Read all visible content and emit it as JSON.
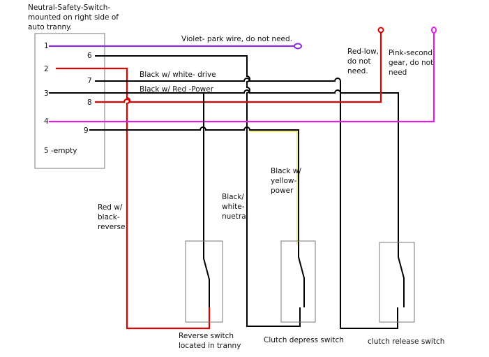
{
  "header": {
    "title": "Neutral-Safety-Switch-mounted on right side of auto tranny."
  },
  "switch_box": {
    "left_pins": [
      "1",
      "2",
      "3",
      "4",
      "5 -empty"
    ],
    "right_pins": [
      "6",
      "7",
      "8",
      "9"
    ]
  },
  "wires": {
    "violet": "Violet- park wire, do not need.",
    "drive": "Black w/ white- drive",
    "power": "Black w/ Red -Power",
    "red_low": "Red-low, do not need.",
    "pink_second": "Pink-second gear, do not need",
    "reverse": "Red w/ black-reverse",
    "neutral": "Black/ white-nuetral",
    "yellow_power": "Black w/ yellow-power"
  },
  "switches": {
    "reverse": "Reverse switch located in tranny",
    "clutch_depress": "Clutch depress switch",
    "clutch_release": "clutch release switch"
  },
  "colors": {
    "black": "#000000",
    "red": "#e00000",
    "violet": "#8a2be2",
    "pink": "#e020e0",
    "yellow": "#e8e800",
    "box": "#777777"
  }
}
